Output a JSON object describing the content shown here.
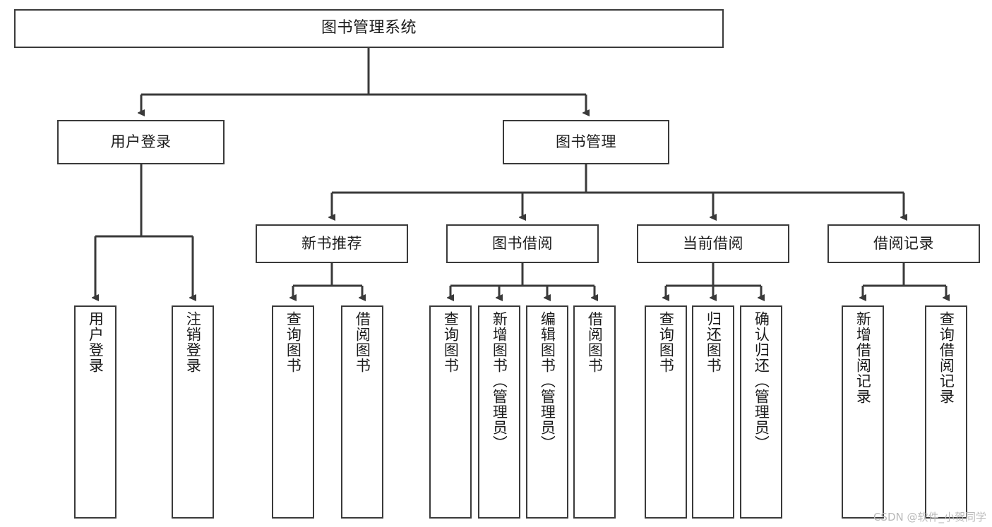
{
  "diagram": {
    "title": "图书管理系统",
    "type": "tree",
    "watermark": "CSDN @软件_小贺同学",
    "colors": {
      "background": "#ffffff",
      "node_border": "#3a3a3a",
      "node_fill": "#ffffff",
      "edge": "#3a3a3a",
      "text": "#1b1b1b",
      "watermark": "#b9b9b9"
    },
    "nodes": {
      "root": {
        "label": "图书管理系统"
      },
      "level2": [
        {
          "label": "用户登录"
        },
        {
          "label": "图书管理"
        }
      ],
      "level3": [
        {
          "label": "新书推荐"
        },
        {
          "label": "图书借阅"
        },
        {
          "label": "当前借阅"
        },
        {
          "label": "借阅记录"
        }
      ],
      "leaves_user_login": [
        {
          "label": "用户登录"
        },
        {
          "label": "注销登录"
        }
      ],
      "leaves_new_book": [
        {
          "label": "查询图书"
        },
        {
          "label": "借阅图书"
        }
      ],
      "leaves_borrow": [
        {
          "label": "查询图书"
        },
        {
          "label": "新增图书（管理员）"
        },
        {
          "label": "编辑图书（管理员）"
        },
        {
          "label": "借阅图书"
        }
      ],
      "leaves_current": [
        {
          "label": "查询图书"
        },
        {
          "label": "归还图书"
        },
        {
          "label": "确认归还（管理员）"
        }
      ],
      "leaves_records": [
        {
          "label": "新增借阅记录"
        },
        {
          "label": "查询借阅记录"
        }
      ]
    }
  }
}
